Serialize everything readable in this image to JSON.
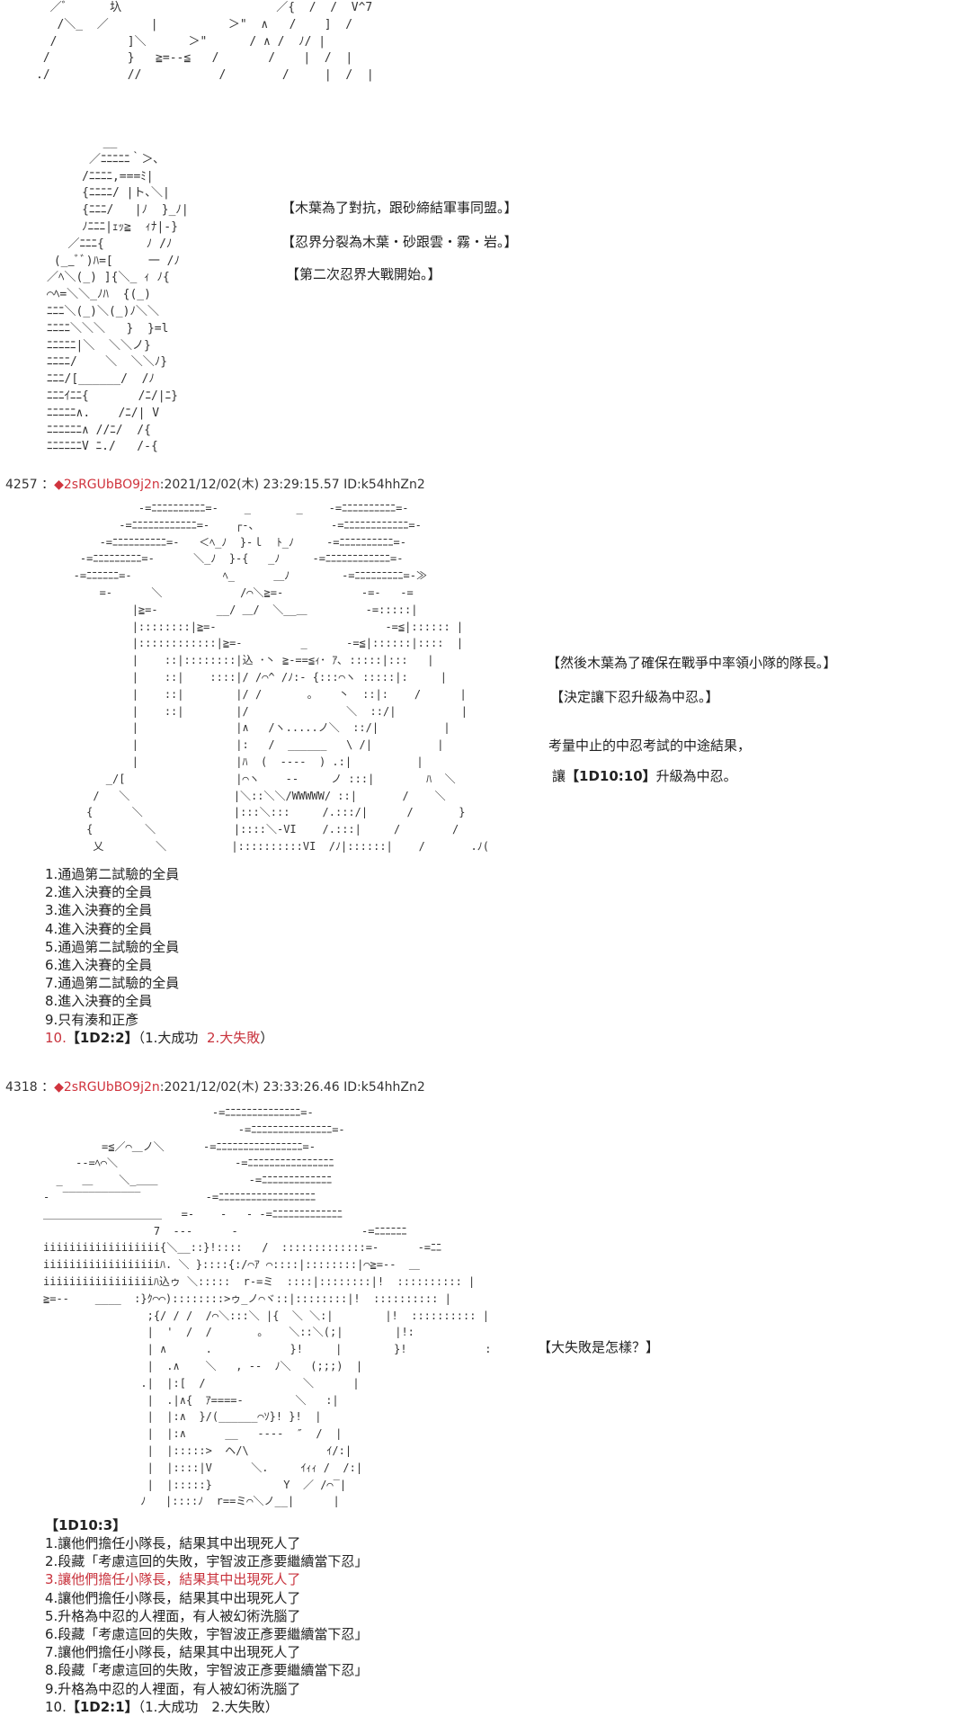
{
  "art": {
    "top": [
      "  ／ﾞ      圦                      ／{  /  /  V^7",
      "   /＼_  ／      |          ＞\"  ∧   /    ]  /",
      "  /          ]＼      ＞\"      / ∧ /  ﾉ/ |",
      " /           }   ≧=‐‐≦   /       /    |  /  |",
      "./           //           /        /     |  /  |"
    ],
    "girl": [
      "        __",
      "      ／ﾆﾆﾆﾆﾆ｀＞､",
      "     /ﾆﾆﾆﾆ,===ﾐ|",
      "     {ﾆﾆﾆﾆ/ |ト､＼|",
      "     {ﾆﾆﾆ/   |ﾉ  }_ﾉ|",
      "     ﾉﾆﾆﾆ|ｪｯ≧  ｨﾅ|-}",
      "   ／ﾆﾆﾆ{      ﾉ /ﾉ",
      " (__ﾞﾞ)ﾊ=[     一 /ﾉ",
      "／ﾍ＼(_) ]{＼_ ｨ ﾉ{",
      "⌒ﾍ=＼＼_ﾉﾊ  {(_)",
      "ﾆﾆﾆ＼(_)＼(_)ﾉ＼＼",
      "ﾆﾆﾆﾆ＼＼＼   }  }=l",
      "ﾆﾆﾆﾆﾆ|＼  ＼＼ノ}",
      "ﾆﾆﾆﾆ/    ＼  ＼＼ﾉ}",
      "ﾆﾆﾆ/[______/  /ﾉ",
      "ﾆﾆﾆｲﾆﾆ{       /ﾆ/|ﾆ}",
      "ﾆﾆﾆﾆﾆ∧.    /ﾆ/| V",
      "ﾆﾆﾆﾆﾆﾆ∧ //ﾆ/  /{",
      "ﾆﾆﾆﾆﾆﾆV ﾆ./   /‐{"
    ],
    "ninja": [
      "             -=ﾆﾆﾆﾆﾆﾆﾆﾆﾆﾆ=-    _       _    -=ﾆﾆﾆﾆﾆﾆﾆﾆﾆﾆ=-",
      "          -=ﾆﾆﾆﾆﾆﾆﾆﾆﾆﾆﾆﾆ=-    ┌-、           -=ﾆﾆﾆﾆﾆﾆﾆﾆﾆﾆﾆﾆ=-",
      "       -=ﾆﾆﾆﾆﾆﾆﾆﾆﾆﾆ=-   ＜ﾍ_ﾉ  }-ｌ  ﾄ_ﾉ     -=ﾆﾆﾆﾆﾆﾆﾆﾆﾆﾆ=-",
      "    -=ﾆﾆﾆﾆﾆﾆﾆﾆﾆ=-      ＼_ﾉ  }-{   _ﾉ     -=ﾆﾆﾆﾆﾆﾆﾆﾆﾆﾆﾆﾆ=-",
      "   -=ﾆﾆﾆﾆﾆﾆ=-              ﾍ_      ＿ﾉ        -=ﾆﾆﾆﾆﾆﾆﾆﾆﾆ=-≫",
      "       =-      ＼            /⌒＼≧=-            -=-   -=",
      "            |≧=-         __/ ＿/  ＼__＿         -=:::::|",
      "            |::::::::|≧=-                          -=≦|:::::: |",
      "            |::::::::::::|≧=-         _      -=≦|::::::|::::  |",
      "            |    ::|::::::::|込 ･丶 ≧-==≦ｨ･ ｱ､ :::::|:::   |",
      "            |    ::|    ::::|/ /⌒^ /ﾉ:‐ {:::⌒ヽ :::::|:     |",
      "            |    ::|        |/ /       ｡    丶  ::|:    /      |",
      "            |    ::|        |/               ＼  ::/|          |",
      "            |               |∧   /ヽ.....ノ＼  ::/|          |",
      "            |               |:   /  ______   \\ /|          |",
      "            |               |ﾊ  (  ‐‐‐‐  ) .:|          |",
      "        _/[                 |⌒ヽ    ‐‐     ノ :::|        ﾊ  ＼",
      "      /   ＼                |＼::＼＼/WWWWW/ ::|       /    ＼",
      "     {      ＼              |:::＼:::     /.:::/|      /       }",
      "     {        ＼            |::::＼‐VI    /.:::|     /        /",
      "      乂        ＼          |::::::::::VI  /ﾉ|::::::|    /       .ﾉ("
    ],
    "third": [
      "                          -=ﾆﾆﾆﾆﾆﾆﾆﾆﾆﾆﾆﾆﾆﾆ=-",
      "                              -=ﾆﾆﾆﾆﾆﾆﾆﾆﾆﾆﾆﾆﾆﾆﾆ=-",
      "         =≦／⌒＿ノ＼      -=ﾆﾆﾆﾆﾆﾆﾆﾆﾆﾆﾆﾆﾆﾆﾆﾆ=-",
      "     --=ﾍ⌒＼                  -=ﾆﾆﾆﾆﾆﾆﾆﾆﾆﾆﾆﾆﾆﾆﾆﾆ",
      "  _   ＿    ＼_＿＿              -=ﾆﾆﾆﾆﾆﾆﾆﾆﾆﾆﾆﾆﾆ",
      "-  ‾‾‾‾‾‾‾‾‾‾‾‾          -=ﾆﾆﾆﾆﾆﾆﾆﾆﾆﾆﾆﾆﾆﾆﾆﾆﾆﾆ",
      "＿＿＿＿＿＿＿＿＿＿＿   =-    ‐   ‐ -=ﾆﾆﾆﾆﾆﾆﾆﾆﾆﾆﾆﾆﾆ",
      "                 7  ‐‐‐      ‐                   -=ﾆﾆﾆﾆﾆﾆ",
      "iiiiiiiiiiiiiiiiii{＼__::}!::::   /  :::::::::::::=-      -=ﾆﾆ",
      "iiiiiiiiiiiiiiiiiiﾊ. ＼ }::::{:/⌒ｱ ⌒::::|::::::::|⌒≧=--  ＿",
      "iiiiiiiiiiiiiiiiiﾊ込ゥ ＼:::::  r‐=ミ  ::::|::::::::|!  :::::::::: |",
      "≧=--    ____  :}ｸ⌒⌒)::::::::>ゥ_ノ⌒ヾ::|::::::::|!  :::::::::: |",
      "                ;{/ / /  /⌒＼:::＼ |{  ＼ ＼:|        |!  :::::::::: |",
      "                |  '  /  /       ｡    ＼::＼(;|        |!:",
      "                | ∧      .            }!     |        }!            :",
      "                |  .∧    ＼   , --  ﾉ＼   (;;;)  |",
      "               .|  |:[  /               ＼      |",
      "                |  .|∧{  ｱ====‐        ＼   :|",
      "                |  |:∧  }/(______⌒ｿ}! }!  |",
      "                |  |:∧      __   ‐‐‐‐  ″  /  |",
      "                |  |:::::>  ヘ/\\            ｲ/:|",
      "                |  |::::|V      ＼.     ｲｨｨ /  /:|",
      "                |  |:::::}           Y  ／ /⌒‾|",
      "               ﾉ   |::::ﾉ  r==ミ⌒＼ノ__|      |"
    ]
  },
  "section1": {
    "narration": [
      "【木葉為了對抗，跟砂締結軍事同盟。】",
      "【忍界分裂為木葉・砂跟雲・霧・岩。】",
      "【第二次忍界大戰開始。】"
    ]
  },
  "post4257": {
    "number": "4257",
    "separator": "：",
    "trip_mark": "◆",
    "trip": "2sRGUbBO9j2n",
    "meta": ":2021/12/02(木) 23:29:15.57 ID:k54hhZn2",
    "narration": [
      "【然後木葉為了確保在戰爭中率領小隊的隊長。】",
      "【決定讓下忍升級為中忍。】",
      "考量中止的中忍考試的中途結果，"
    ],
    "roll_line": {
      "prefix": "讓",
      "roll": "【1D10:10】",
      "suffix": "升級為中忍。"
    },
    "options": [
      "1.通過第二試驗的全員",
      "2.進入決賽的全員",
      "3.進入決賽的全員",
      "4.進入決賽的全員",
      "5.通過第二試驗的全員",
      "6.進入決賽的全員",
      "7.通過第二試驗的全員",
      "8.進入決賽的全員",
      "9.只有湊和正彥"
    ],
    "option10": {
      "num": "10.",
      "roll": "【1D2:2】",
      "open": "（1.大成功",
      "choice2": "2.大失敗",
      "close": "）"
    }
  },
  "post4318": {
    "number": "4318",
    "separator": "：",
    "trip_mark": "◆",
    "trip": "2sRGUbBO9j2n",
    "meta": ":2021/12/02(木) 23:33:26.46 ID:k54hhZn2",
    "narration": "【大失敗是怎樣？】",
    "roll_title": "【1D10:3】",
    "options": [
      "1.讓他們擔任小隊長，結果其中出現死人了",
      "2.段藏「考慮這回的失敗，宇智波正彥要繼續當下忍」",
      "3.讓他們擔任小隊長，結果其中出現死人了",
      "4.讓他們擔任小隊長，結果其中出現死人了",
      "5.升格為中忍的人裡面，有人被幻術洗腦了",
      "6.段藏「考慮這回的失敗，宇智波正彥要繼續當下忍」",
      "7.讓他們擔任小隊長，結果其中出現死人了",
      "8.段藏「考慮這回的失敗，宇智波正彥要繼續當下忍」",
      "9.升格為中忍的人裡面，有人被幻術洗腦了"
    ],
    "highlighted_option": 3,
    "option10": {
      "num": "10.",
      "roll": "【1D2:1】",
      "rest": "（1.大成功　2.大失敗）"
    }
  },
  "colors": {
    "trip": "#d0343e",
    "highlight": "#c8323c",
    "text": "#222222"
  }
}
